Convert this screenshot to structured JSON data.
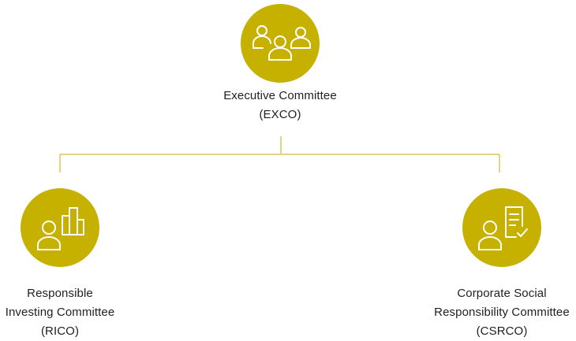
{
  "colors": {
    "circle_fill": "#c6b100",
    "icon_stroke": "#ffffff",
    "connector": "#d4c95e",
    "text": "#1f1f1f"
  },
  "top_node": {
    "icon": "group-people-icon",
    "label_lines": [
      "Executive Committee",
      "(EXCO)"
    ]
  },
  "left_node": {
    "icon": "person-bar-chart-icon",
    "label_lines": [
      "Responsible",
      "Investing Committee",
      "(RICO)"
    ]
  },
  "right_node": {
    "icon": "person-checklist-icon",
    "label_lines": [
      "Corporate Social",
      "Responsibility Committee",
      "(CSRCO)"
    ]
  }
}
